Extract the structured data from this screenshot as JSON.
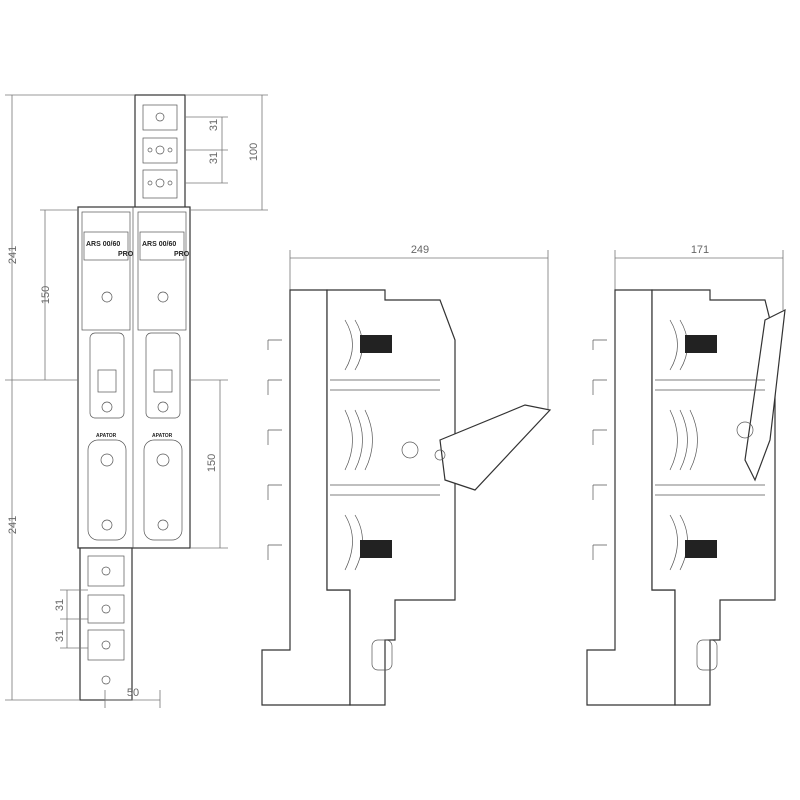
{
  "front_view": {
    "module_label": "ARS 00/60",
    "module_sub": "PRO",
    "brand": "APATOR",
    "dims": {
      "overall_top": "241",
      "overall_bottom": "241",
      "top_height": "150",
      "bottom_height": "150",
      "terminal_height": "100",
      "pitch_top_1": "31",
      "pitch_top_2": "31",
      "pitch_bottom_1": "31",
      "pitch_bottom_2": "31",
      "width": "50"
    }
  },
  "side_view_open": {
    "depth": "249"
  },
  "side_view_closed": {
    "depth": "171"
  }
}
